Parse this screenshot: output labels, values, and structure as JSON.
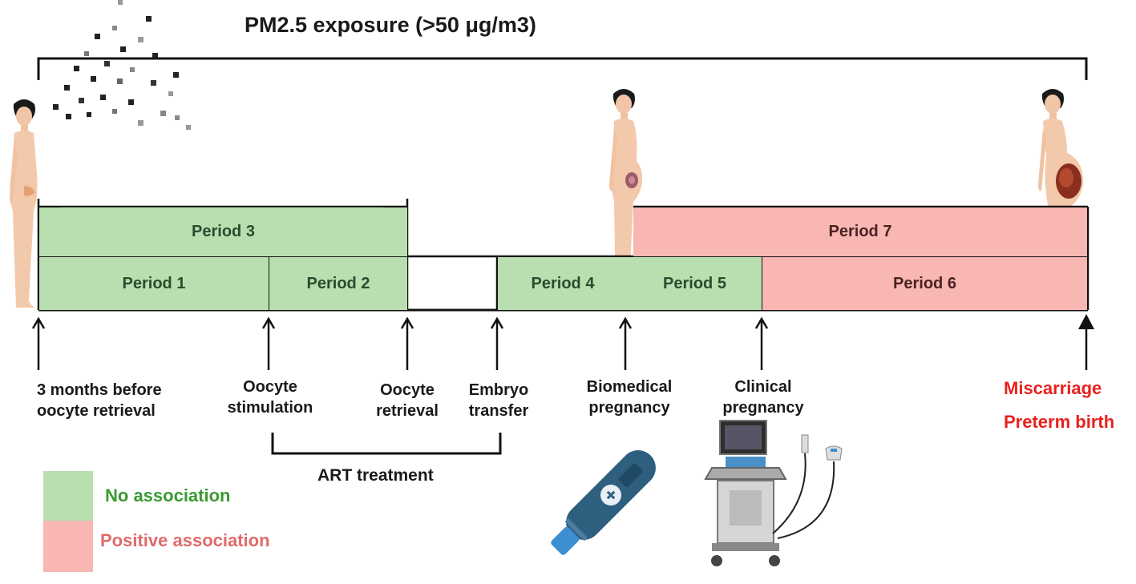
{
  "title": "PM2.5 exposure (>50 μg/m3)",
  "periods": {
    "p1": "Period 1",
    "p2": "Period 2",
    "p3": "Period 3",
    "p4": "Period 4",
    "p5": "Period 5",
    "p6": "Period 6",
    "p7": "Period 7"
  },
  "milestones": {
    "m1_line1": "3 months before",
    "m1_line2": "oocyte retrieval",
    "m2_line1": "Oocyte",
    "m2_line2": "stimulation",
    "m3_line1": "Oocyte",
    "m3_line2": "retrieval",
    "m4_line1": "Embryo",
    "m4_line2": "transfer",
    "m5_line1": "Biomedical",
    "m5_line2": "pregnancy",
    "m6_line1": "Clinical",
    "m6_line2": "pregnancy",
    "m7_line1": "Miscarriage",
    "m7_line2": "Preterm birth"
  },
  "art_label": "ART treatment",
  "legend": {
    "no_assoc": "No association",
    "pos_assoc": "Positive association"
  },
  "colors": {
    "green_fill": "#b9dfb1",
    "pink_fill": "#f8b7b3",
    "no_assoc_text": "#3a9a34",
    "pos_assoc_text": "#e06a6a",
    "outcome_text": "#e8211d"
  }
}
